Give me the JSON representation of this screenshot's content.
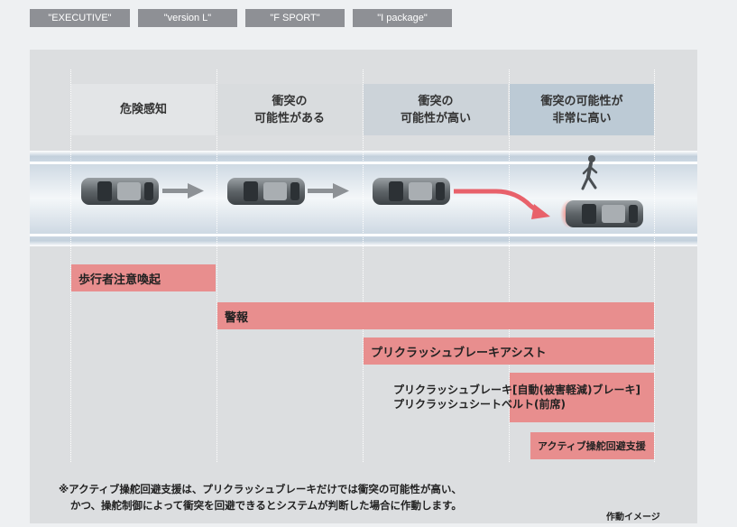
{
  "grades": [
    "\"EXECUTIVE\"",
    "\"version L\"",
    "\"F SPORT\"",
    "\"I package\""
  ],
  "stages": [
    {
      "line1": "危険感知",
      "line2": ""
    },
    {
      "line1": "衝突の",
      "line2": "可能性がある"
    },
    {
      "line1": "衝突の",
      "line2": "可能性が高い"
    },
    {
      "line1": "衝突の可能性が",
      "line2": "非常に高い"
    }
  ],
  "functions": {
    "pedestrian_alert": "歩行者注意喚起",
    "warning": "警報",
    "brake_assist": "プリクラッシュブレーキアシスト",
    "auto_brake": "プリクラッシュブレーキ[自動(被害軽減)ブレーキ]",
    "seatbelt": "プリクラッシュシートベルト(前席)",
    "steering_assist": "アクティブ操舵回避支援"
  },
  "note": {
    "line1": "※アクティブ操舵回避支援は、プリクラッシュブレーキだけでは衝突の可能性が高い、",
    "line2": "かつ、操舵制御によって衝突を回避できるとシステムが判断した場合に作動します。"
  },
  "caption": "作動イメージ",
  "colors": {
    "bar": "#e88e8e",
    "tag": "#8e9095",
    "arrow_gray": "#8d9195",
    "arrow_red": "#e8616a"
  },
  "icons": [
    "car-icon",
    "arrow-right-icon",
    "pedestrian-icon"
  ]
}
